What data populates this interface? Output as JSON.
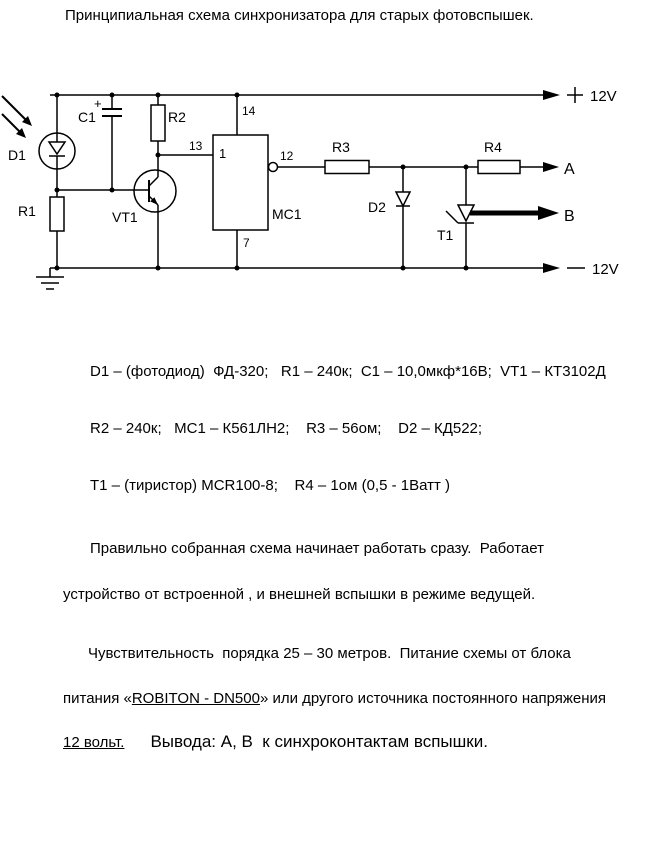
{
  "title": "Принципиальная схема синхронизатора для старых фотовспышек.",
  "schematic": {
    "labels": {
      "d1": "D1",
      "r1": "R1",
      "c1": "C1",
      "plus": "+",
      "r2": "R2",
      "vt1": "VT1",
      "mc1": "MC1",
      "pin1": "1",
      "pin14": "14",
      "pin13": "13",
      "pin12": "12",
      "pin7": "7",
      "r3": "R3",
      "d2": "D2",
      "t1": "Т1",
      "r4": "R4",
      "out_a": "А",
      "out_b": "В",
      "rail_top": "12V",
      "rail_bottom": "12V"
    }
  },
  "parts": {
    "line1": "D1 – (фотодиод)  ФД-320;   R1 – 240к;  C1 – 10,0мкф*16В;  VT1 – КТ3102Д",
    "line2": "R2 – 240к;   МС1 – К561ЛН2;    R3 – 56ом;    D2 – КД522;",
    "line3": "Т1 – (тиристор) MCR100-8;    R4 – 1ом (0,5 - 1Ватт )"
  },
  "notes": {
    "para1_line1": "Правильно собранная схема начинает работать сразу.  Работает",
    "para1_line2": "устройство от встроенной , и внешней вспышки в режиме ведущей.",
    "para2_line1": "Чувствительность  порядка 25 – 30 метров.  Питание схемы от блока",
    "para2_line2_pre": "питания «",
    "para2_line2_brand": "ROBITON - DN500",
    "para2_line2_post": "» или другого источника постоянного напряжения",
    "para3_underline": "12 вольт.",
    "para3_text": "Вывода: А, В  к синхроконтактам вспышки."
  }
}
